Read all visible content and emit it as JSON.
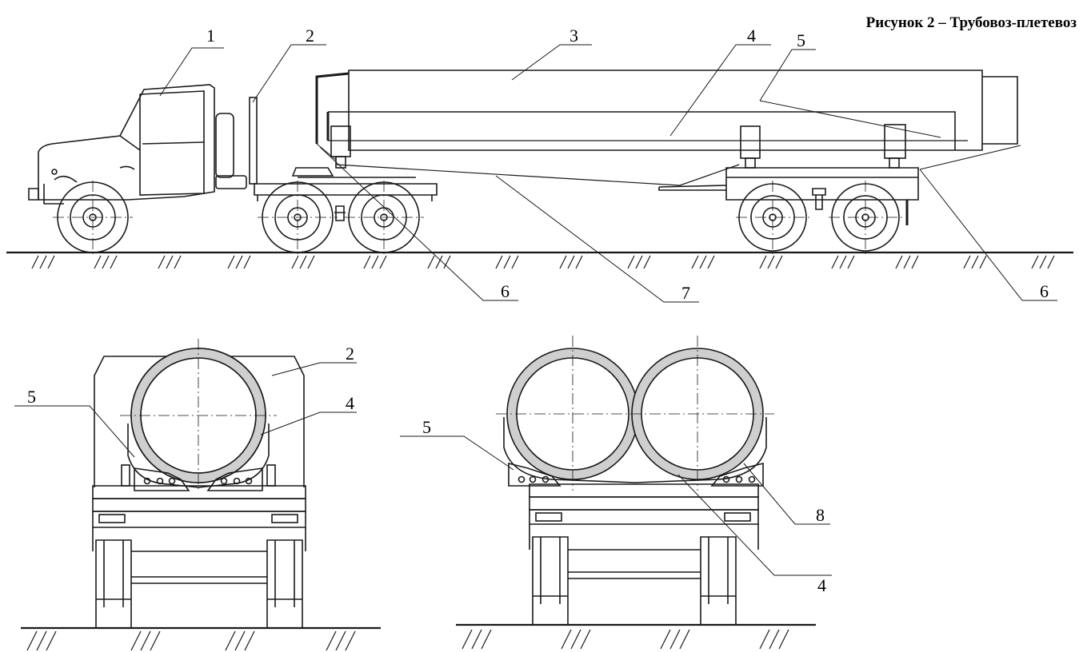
{
  "figure": {
    "caption": "Рисунок 2 – Трубовоз-плетевоз"
  },
  "side_view": {
    "labels": [
      "1",
      "2",
      "3",
      "4",
      "5",
      "6",
      "7",
      "6"
    ]
  },
  "rear_view_single": {
    "labels": [
      "2",
      "5",
      "4"
    ]
  },
  "rear_view_double": {
    "labels": [
      "5",
      "8",
      "4"
    ]
  },
  "colors": {
    "line": "#1a1a1a",
    "pipe_wall": "#cfcfcf",
    "background": "#ffffff"
  }
}
